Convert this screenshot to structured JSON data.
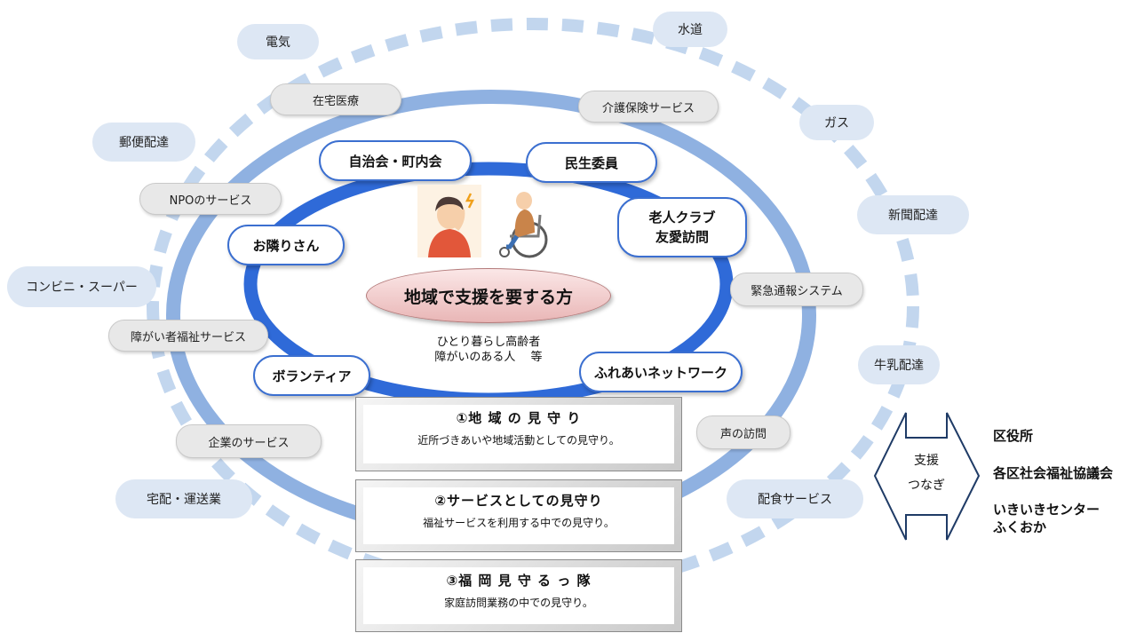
{
  "outer_items": [
    "電気",
    "水道",
    "ガス",
    "新聞配達",
    "郵便配達",
    "コンビニ・スーパー",
    "牛乳配達",
    "配食サービス",
    "宅配・運送業"
  ],
  "middle_items": [
    "在宅医療",
    "介護保険サービス",
    "NPOのサービス",
    "緊急通報システム",
    "障がい者福祉サービス",
    "声の訪問",
    "企業のサービス"
  ],
  "inner_items": [
    "自治会・町内会",
    "民生委員",
    "お隣りさん",
    "老人クラブ",
    "友愛訪問",
    "ボランティア",
    "ふれあいネットワーク"
  ],
  "center": {
    "title": "地域で支援を要する方",
    "lines": [
      "ひとり暮らし高齢者",
      "障がいのある人　 等"
    ]
  },
  "boxes": [
    {
      "title": "①地 域 の 見 守 り",
      "desc": "近所づきあいや地域活動としての見守り。"
    },
    {
      "title": "②サービスとしての見守り",
      "desc": "福祉サービスを利用する中での見守り。"
    },
    {
      "title": "③福 岡 見 守 る っ 隊",
      "desc": "家庭訪問業務の中での見守り。"
    }
  ],
  "arrow": {
    "line1": "支援",
    "line2": "つなぎ"
  },
  "right_orgs": [
    "区役所",
    "各区社会福祉協議会",
    "いきいきセンター",
    "ふくおか"
  ],
  "illustrations": [
    "worried-woman-icon",
    "elderly-wheelchair-icon"
  ],
  "colors": {
    "outer_ring": "#c2d6ee",
    "middle_ring": "#8fb1e1",
    "inner_ring": "#2f6ad8",
    "arrow": "#1f3b66"
  }
}
